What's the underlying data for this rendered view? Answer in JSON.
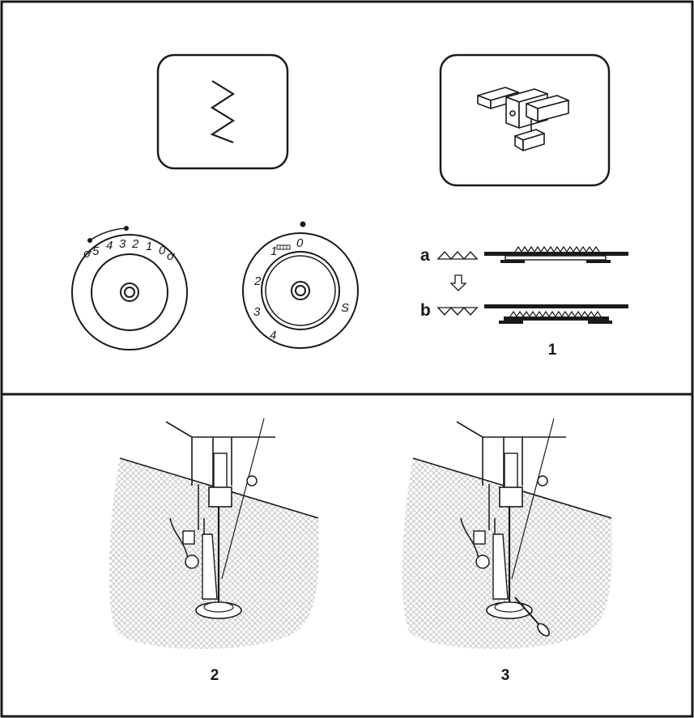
{
  "figures": {
    "fig1_label": "1",
    "fig2_label": "2",
    "fig3_label": "3"
  },
  "stitch_length_dial": {
    "ticks": [
      "5",
      "4",
      "3",
      "2",
      "1",
      "0"
    ]
  },
  "stitch_width_dial": {
    "ticks": [
      "0",
      "1",
      "2",
      "3",
      "4",
      "S"
    ]
  },
  "feed_dog_diagram": {
    "label_a": "a",
    "label_b": "b"
  },
  "icons": {
    "stitch_pattern": "zigzag-stitch-icon",
    "presser_foot": "presser-foot-icon",
    "arrow": "down-arrow-icon"
  },
  "colors": {
    "ink": "#1a1a1a",
    "fabric": "#c8c8c8",
    "background": "#ffffff"
  }
}
